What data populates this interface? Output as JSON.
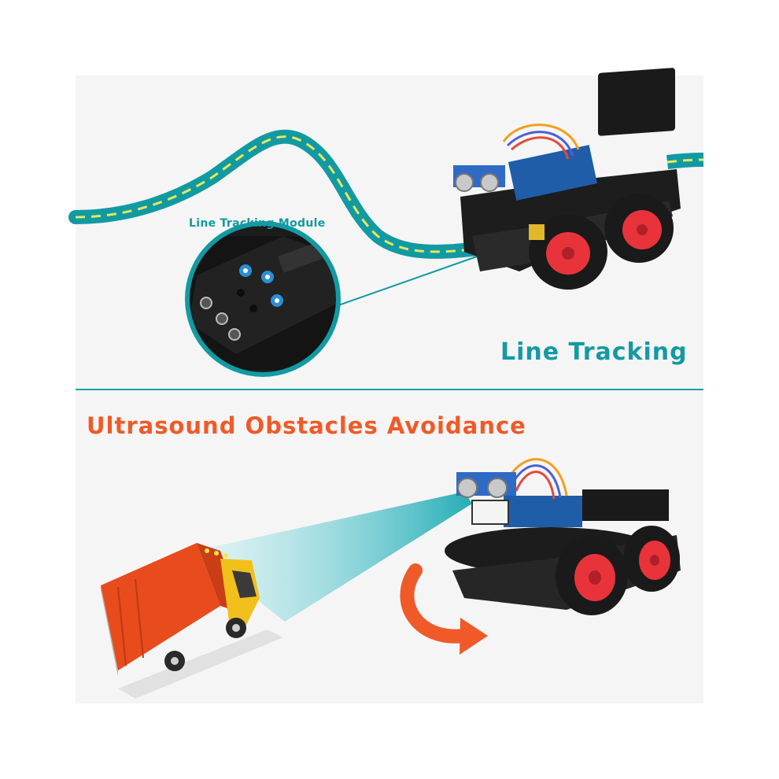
{
  "labels": {
    "module_label": "Line Tracking Module",
    "line_tracking_title": "Line Tracking",
    "ultrasound_title": "Ultrasound Obstacles Avoidance"
  },
  "colors": {
    "teal_accent": "#139aa3",
    "orange_accent": "#ef5a28",
    "panel_bg": "#f5f5f5",
    "wheel_red": "#e8333a",
    "track_dash": "#e6e85a"
  }
}
